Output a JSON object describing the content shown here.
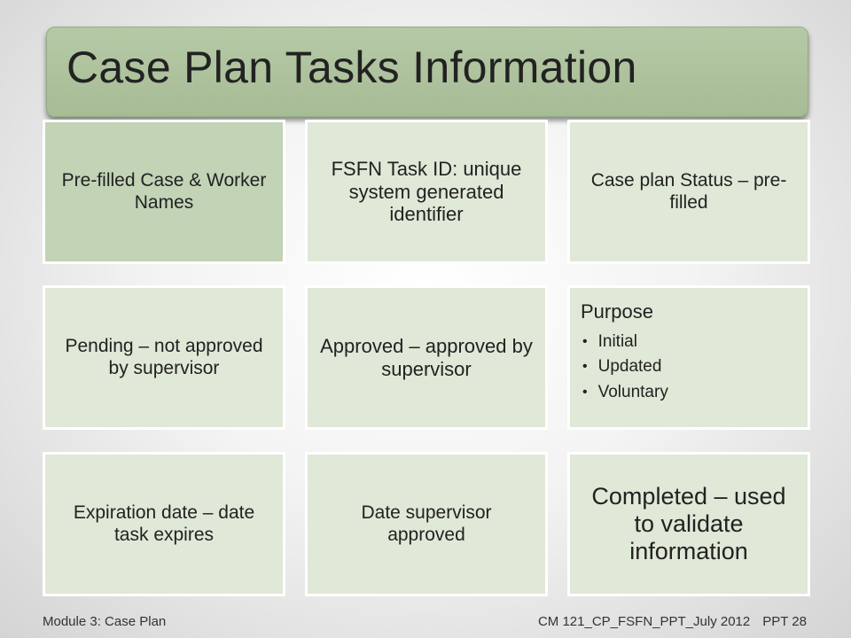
{
  "slide": {
    "title": "Case Plan Tasks Information"
  },
  "tiles": {
    "r1c1": "Pre-filled Case & Worker Names",
    "r1c2": "FSFN Task ID: unique system generated identifier",
    "r1c3": "Case plan Status – pre-filled",
    "r2c1": "Pending – not approved by supervisor",
    "r2c2": "Approved – approved by supervisor",
    "r3c1": "Expiration date – date task expires",
    "r3c2": "Date supervisor approved",
    "r3c3": "Completed – used to validate information"
  },
  "purpose": {
    "heading": "Purpose",
    "items": [
      "Initial",
      "Updated",
      "Voluntary"
    ],
    "bullet_glyph": "•"
  },
  "footer": {
    "module": "Module 3: Case Plan",
    "course": "CM 121_CP_FSFN_PPT_July 2012",
    "page": "PPT 28"
  },
  "colors": {
    "title_bar": "#b5c9a6",
    "tile_dark": "#c2d3b6",
    "tile_light": "#e0e8d7",
    "text": "#222222"
  }
}
